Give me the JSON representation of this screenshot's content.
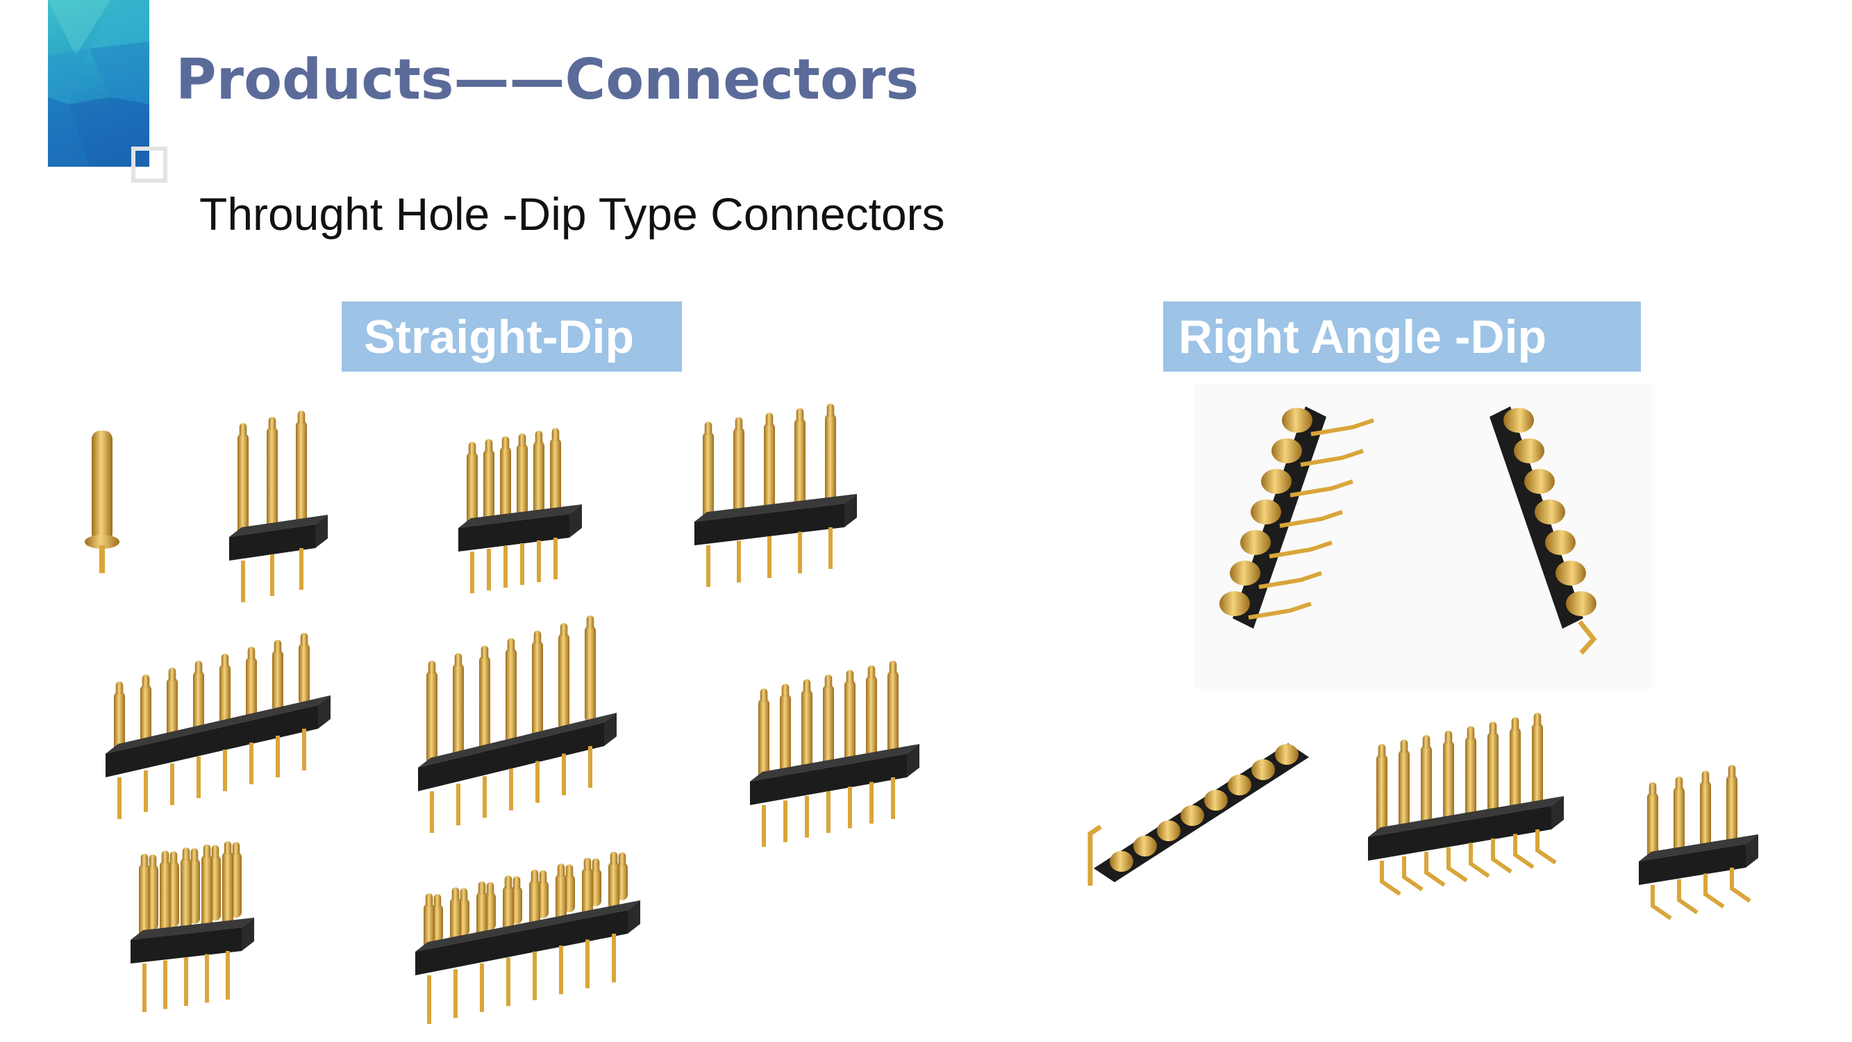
{
  "header": {
    "title": "Products——Connectors",
    "subtitle": "Throught Hole -Dip Type Connectors"
  },
  "sections": {
    "straight": {
      "label": "Straight-Dip"
    },
    "right_angle": {
      "label": "Right Angle -Dip"
    }
  },
  "colors": {
    "title": "#5b6b99",
    "tag_background": "#9dc3e6",
    "pin_gold": "#d9a63a",
    "housing_black": "#1c1c1c"
  }
}
